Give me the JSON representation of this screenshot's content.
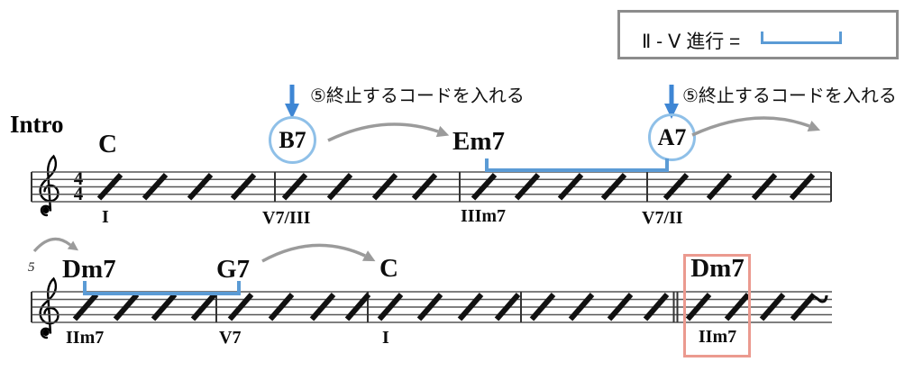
{
  "legend": {
    "label": "Ⅱ - Ⅴ 進行 =",
    "bracket_icon": "ii-v-bracket-icon"
  },
  "annotations": {
    "cadence_1": "⑤終止するコードを入れる",
    "cadence_2": "⑤終止するコードを入れる"
  },
  "section_label": "Intro",
  "measure_number": "5",
  "time_signature": {
    "numerator": "4",
    "denominator": "4"
  },
  "staff1": {
    "chords": {
      "c": "C",
      "b7": "B7",
      "em7": "Em7",
      "a7": "A7"
    },
    "numerals": {
      "i": "I",
      "v7_iii": "V7/III",
      "iiim7": "IIIm7",
      "v7_ii": "V7/II"
    }
  },
  "staff2": {
    "chords": {
      "dm7": "Dm7",
      "g7": "G7",
      "c": "C",
      "dm7_final": "Dm7"
    },
    "numerals": {
      "iim7": "IIm7",
      "v7": "V7",
      "i": "I",
      "iim7_final": "IIm7"
    },
    "continuation_symbol": "~"
  },
  "colors": {
    "arrow_blue": "#3e86d4",
    "bracket_blue": "#5b9bd5",
    "circle_blue": "#8fc0e8",
    "arrow_gray": "#9b9b9b",
    "highlight_red": "#eb9a8f",
    "legend_border": "#8c8c8c"
  }
}
